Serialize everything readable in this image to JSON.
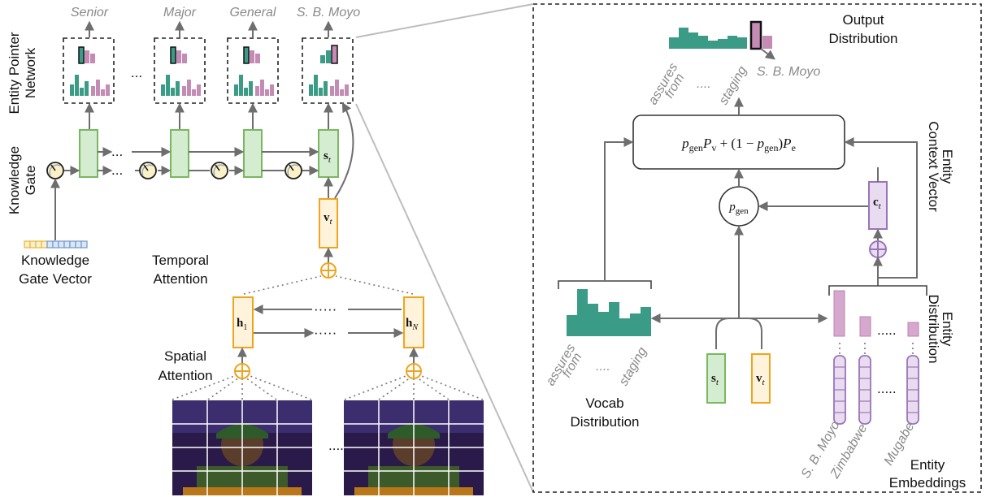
{
  "left": {
    "outputs": [
      "Senior",
      "Major",
      "General",
      "S. B. Moyo"
    ],
    "entity_pointer_network": [
      "Entity Pointer",
      "Network"
    ],
    "knowledge_gate": [
      "Knowledge",
      "Gate"
    ],
    "knowledge_gate_vector": [
      "Knowledge",
      "Gate Vector"
    ],
    "temporal_attention": [
      "Temporal",
      "Attention"
    ],
    "spatial_attention": [
      "Spatial",
      "Attention"
    ],
    "ellipsis": "...",
    "dots": "·····",
    "ellipsis_frames": "....."
  },
  "right": {
    "output_distribution": [
      "Output",
      "Distribution"
    ],
    "output_words": [
      "assures",
      "from",
      "....",
      "staging"
    ],
    "output_entity": "S. B. Moyo",
    "entity_context_vector": [
      "Entity",
      "Context Vector"
    ],
    "entity_distribution": [
      "Entity",
      "Distribution"
    ],
    "vocab_distribution": [
      "Vocab",
      "Distribution"
    ],
    "vocab_words": [
      "assures",
      "from",
      "....",
      "staging"
    ],
    "entity_embeddings": [
      "Entity",
      "Embeddings"
    ],
    "entity_names": [
      "S. B. Moyo",
      "Zimbabwe",
      "Mugabe"
    ],
    "dots": "....."
  },
  "colors": {
    "teal": "#3a9c86",
    "pink": "#c48bb5",
    "green_fill": "#d4ecd0",
    "green_stroke": "#79b860",
    "orange_fill": "#fff3dc",
    "orange_stroke": "#f0a41e",
    "purple_fill": "#eadcf0",
    "purple_stroke": "#9a74b8"
  }
}
